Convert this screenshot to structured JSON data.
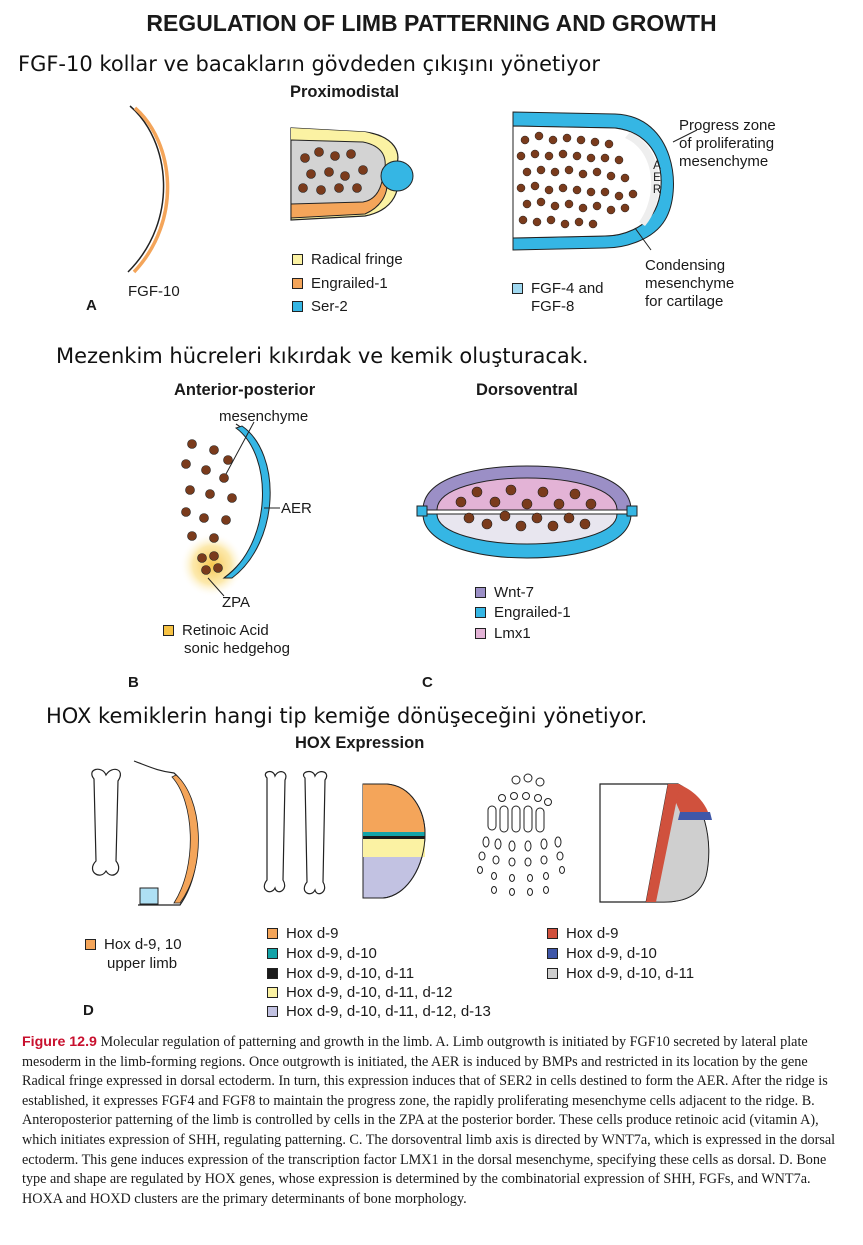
{
  "title": "REGULATION OF LIMB PATTERNING AND GROWTH",
  "notes": {
    "fgf10": "FGF-10 kollar ve bacakların gövdeden çıkışını yönetiyor",
    "mesenchyme": "Mezenkim hücreleri kıkırdak ve kemik oluşturacak.",
    "hox": "HOX kemiklerin hangi tip kemiğe dönüşeceğini yönetiyor."
  },
  "panel_a": {
    "letter": "A",
    "section_title": "Proximodistal",
    "fgf10_label": "FGF-10",
    "legend_mid": [
      "Radical fringe",
      "Engrailed-1",
      "Ser-2"
    ],
    "legend_right_line1": "FGF-4 and",
    "legend_right_line2": "FGF-8",
    "progress_zone": [
      "Progress zone",
      "of proliferating",
      "mesenchyme"
    ],
    "condensing": [
      "Condensing",
      "mesenchyme",
      "for cartilage"
    ],
    "aer_vertical": "AER"
  },
  "panel_b": {
    "letter": "B",
    "section_title": "Anterior-posterior",
    "mesenchyme_label": "mesenchyme",
    "aer_label": "AER",
    "zpa_label": "ZPA",
    "legend_line1": "Retinoic Acid",
    "legend_line2": "sonic hedgehog"
  },
  "panel_c": {
    "letter": "C",
    "section_title": "Dorsoventral",
    "legend": [
      "Wnt-7",
      "Engrailed-1",
      "Lmx1"
    ]
  },
  "panel_d": {
    "letter": "D",
    "section_title": "HOX Expression",
    "legend_left_line1": "Hox d-9, 10",
    "legend_left_line2": "upper limb",
    "legend_mid": [
      "Hox d-9",
      "Hox d-9, d-10",
      "Hox d-9, d-10, d-11",
      "Hox d-9, d-10, d-11, d-12",
      "Hox d-9, d-10, d-11, d-12, d-13"
    ],
    "legend_right": [
      "Hox d-9",
      "Hox d-9, d-10",
      "Hox d-9, d-10, d-11"
    ]
  },
  "caption": {
    "head": "Figure 12.9",
    "text": " Molecular regulation of patterning and growth in the limb. A. Limb outgrowth is initiated by FGF10 secreted by lateral plate mesoderm in the limb-forming regions. Once outgrowth is initiated, the AER is induced by BMPs and restricted in its location by the gene Radical fringe expressed in dorsal ectoderm. In turn, this expression induces that of SER2 in cells destined to form the AER. After the ridge is established, it expresses FGF4 and FGF8 to maintain the progress zone, the rapidly proliferating mesenchyme cells adjacent to the ridge. B. Anteroposterior patterning of the limb is controlled by cells in the ZPA at the posterior border. These cells produce retinoic acid (vitamin A), which initiates expression of SHH, regulating patterning. C. The dorsoventral limb axis is directed by WNT7a, which is expressed in the dorsal ectoderm. This gene induces expression of the transcription factor LMX1 in the dorsal mesenchyme, specifying these cells as dorsal. D. Bone type and shape are regulated by HOX genes, whose expression is determined by the combinatorial expression of SHH, FGFs, and WNT7a. HOXA and HOXD clusters are the primary determinants of bone morphology."
  },
  "colors": {
    "orange": "#f4a55a",
    "cyan": "#35b6e4",
    "yellow": "#fbf2a3",
    "purple": "#9b8fc6",
    "pink": "#e3b3d6",
    "teal": "#13a3a8",
    "lavender": "#c2c2e2",
    "red": "#d0513d",
    "blue": "#3f57a8",
    "gray": "#cfcfcf",
    "cell": "#7a3b1c",
    "caption_red": "#c8102e"
  }
}
